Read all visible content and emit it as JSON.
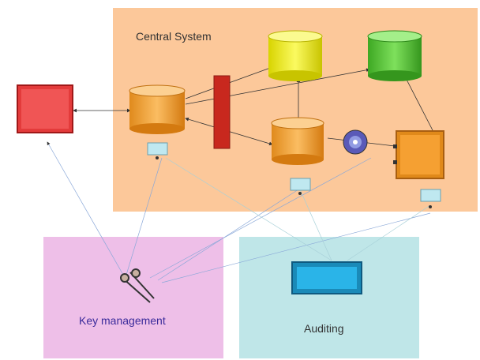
{
  "diagram": {
    "central_system": {
      "title": "Central System"
    },
    "key_management": {
      "label": "Key management"
    },
    "auditing": {
      "label": "Auditing"
    },
    "colors": {
      "central_bg": "#fcc89a",
      "key_bg": "#eebfe8",
      "audit_bg": "#bfe6e8",
      "user_box": "#e33b3b",
      "db_yellow": "#f5f21e",
      "db_green": "#58c83a",
      "db_orange": "#f5a032",
      "firewall": "#c8281e",
      "audit_box": "#2ab4e8"
    }
  }
}
